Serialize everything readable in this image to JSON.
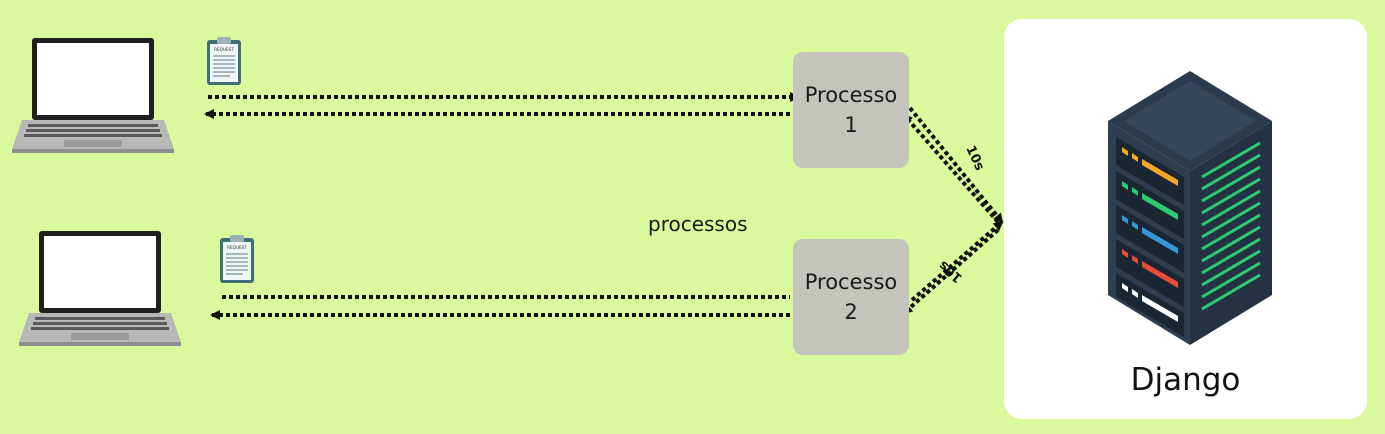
{
  "processes": [
    {
      "title": "Processo",
      "number": "1"
    },
    {
      "title": "Processo",
      "number": "2"
    }
  ],
  "middle_label": "processos",
  "server": {
    "label": "Django",
    "icon": "server-rack-icon"
  },
  "timings": [
    "10s",
    "10s"
  ],
  "request_label": "REQUEST",
  "colors": {
    "background": "#daf99c",
    "process_box": "#c4c4bc",
    "server_body": "#2e3e50",
    "led_green": "#2ecc71",
    "led_orange": "#f5a623",
    "led_blue": "#3498db",
    "led_red": "#e74c3c"
  }
}
